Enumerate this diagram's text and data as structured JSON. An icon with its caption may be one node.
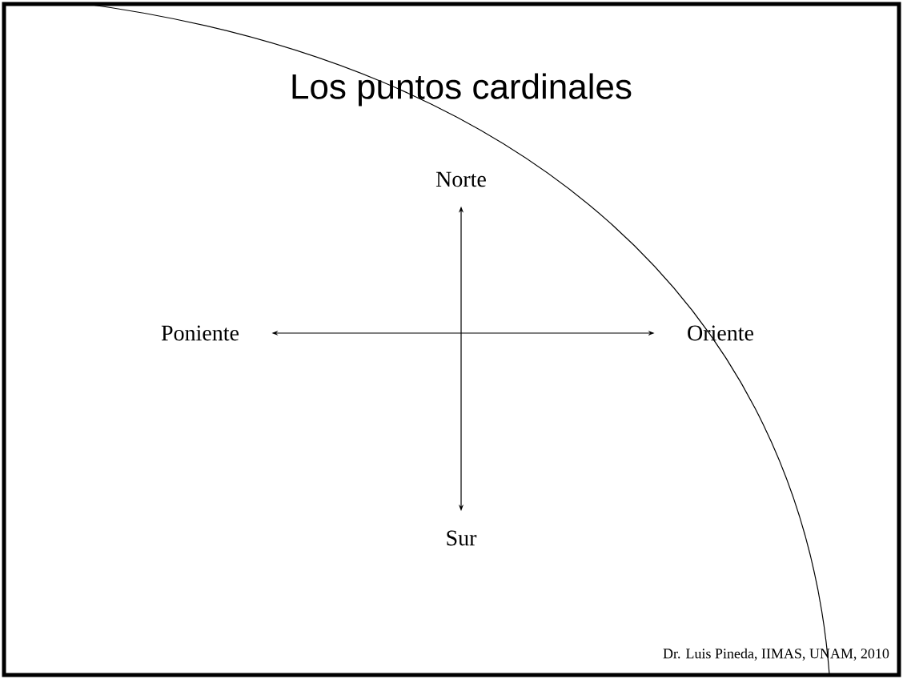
{
  "diagram": {
    "title": "Los puntos cardinales",
    "nodes": [
      {
        "text": [
          "Norte"
        ]
      },
      {
        "text": [
          "Sur"
        ]
      },
      {
        "text": [
          "Poniente"
        ]
      },
      {
        "text": [
          "Oriente"
        ]
      }
    ],
    "edges": [
      {
        "from": 0,
        "to": 1,
        "arrow": "both"
      },
      {
        "from": 2,
        "to": 3,
        "arrow": "both"
      }
    ],
    "labels": [
      "Dr. Luis Pineda, IIMAS, UNAM, 2010"
    ]
  }
}
